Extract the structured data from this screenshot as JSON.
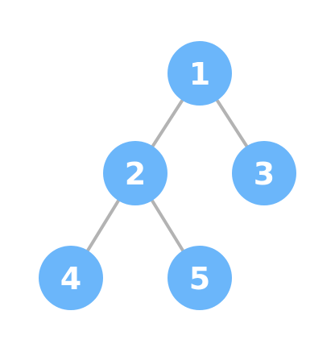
{
  "colors": {
    "node_fill": "#6BB6FA",
    "node_text": "#ffffff",
    "edge": "#B3B3B3",
    "background": "#ffffff"
  },
  "nodes": [
    {
      "id": "n1",
      "label": "1"
    },
    {
      "id": "n2",
      "label": "2"
    },
    {
      "id": "n3",
      "label": "3"
    },
    {
      "id": "n4",
      "label": "4"
    },
    {
      "id": "n5",
      "label": "5"
    }
  ],
  "edges": [
    {
      "from": "n1",
      "to": "n2"
    },
    {
      "from": "n1",
      "to": "n3"
    },
    {
      "from": "n2",
      "to": "n4"
    },
    {
      "from": "n2",
      "to": "n5"
    }
  ]
}
